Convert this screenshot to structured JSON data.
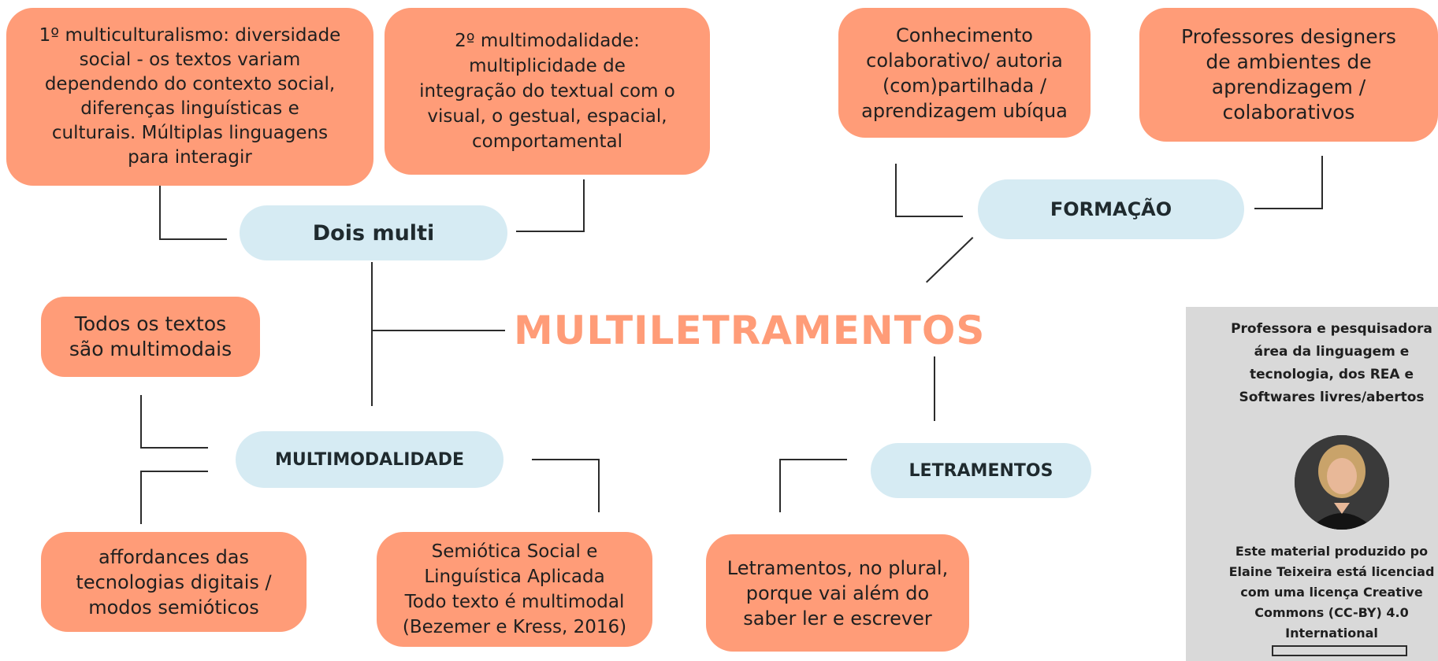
{
  "title": "MULTILETRAMENTOS",
  "nodes": {
    "dois_multi": "Dois multi",
    "formacao": "FORMAÇÃO",
    "multimodalidade": "MULTIMODALIDADE",
    "letramentos": "LETRAMENTOS"
  },
  "boxes": {
    "multiculturalismo": "1º multiculturalismo: diversidade\nsocial - os textos variam\ndependendo do contexto social,\ndiferenças linguísticas e\nculturais. Múltiplas linguagens\npara interagir",
    "multimodalidade_2": "2º multimodalidade:\nmultiplicidade de\nintegração do textual com o\nvisual, o gestual, espacial,\ncomportamental",
    "conhecimento": "Conhecimento\ncolaborativo/ autoria\n(com)partilhada /\naprendizagem ubíqua",
    "professores": "Professores designers\nde ambientes de\naprendizagem /\ncolaborativos",
    "todos_textos": "Todos os textos\nsão multimodais",
    "affordances": "affordances das\ntecnologias digitais /\nmodos semióticos",
    "semiotica": "Semiótica Social e\nLinguística Aplicada\nTodo texto é multimodal\n(Bezemer e Kress, 2016)",
    "letramentos_plural": "Letramentos, no plural,\nporque vai além do\nsaber ler e escrever"
  },
  "sidebar": {
    "author_description": "Professora e pesquisadora\nárea da linguagem e\ntecnologia, dos REA e\nSoftwares livres/abertos",
    "license_text": "Este material produzido po\nElaine Teixeira está licenciad\ncom uma licença Creative\nCommons (CC-BY) 4.0\nInternational"
  },
  "colors": {
    "box": "#ff9c78",
    "pill": "#d6ebf3",
    "title": "#ff9c78",
    "panel": "#d9d9d9"
  }
}
